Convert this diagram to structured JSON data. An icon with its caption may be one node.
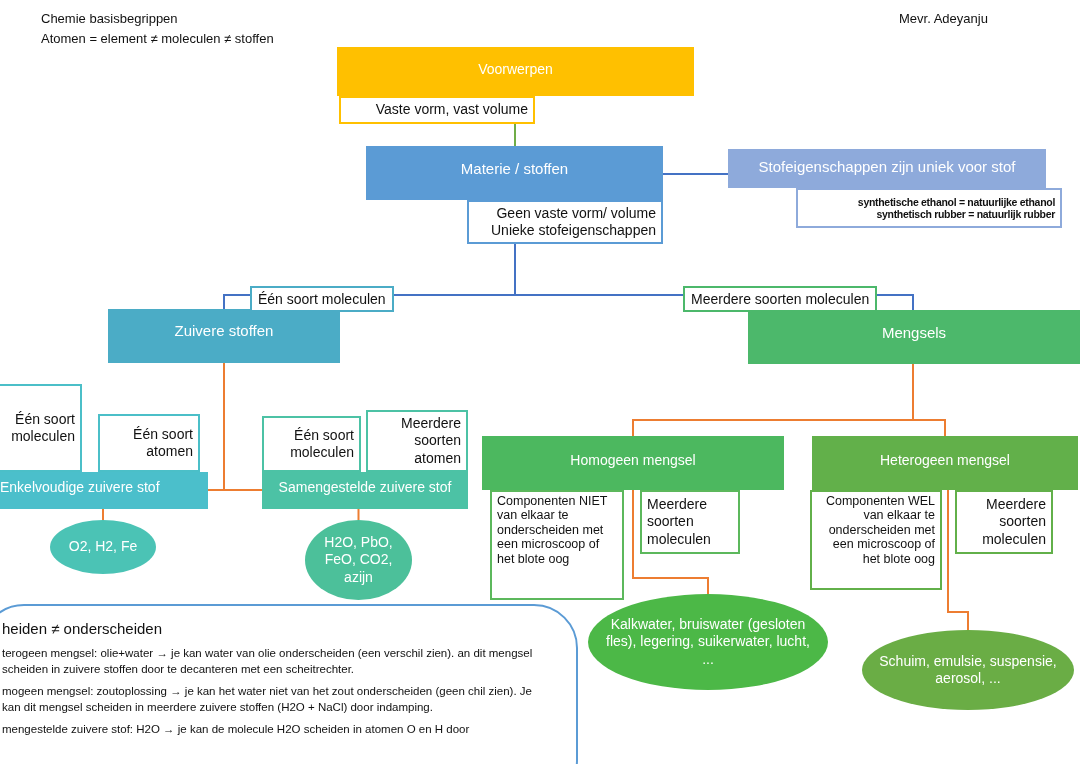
{
  "diagram": {
    "nodes": [
      {
        "text": [
          "Voorwerpen"
        ]
      },
      {
        "text": [
          "Vaste vorm, vast volume"
        ]
      },
      {
        "text": [
          "Materie / stoffen"
        ]
      },
      {
        "text": [
          "Geen vaste vorm/ volume",
          "Unieke stofeigenschappen"
        ]
      },
      {
        "text": [
          "Stofeigenschappen zijn uniek voor stof"
        ]
      },
      {
        "text": [
          "synthetische ethanol = natuurlijke ethanol",
          "synthetisch rubber = natuurlijk rubber"
        ]
      },
      {
        "text": [
          "Zuivere stoffen"
        ]
      },
      {
        "text": [
          "Mengsels"
        ]
      },
      {
        "text": [
          "Één soort moleculen"
        ]
      },
      {
        "text": [
          "Één soort atomen"
        ]
      },
      {
        "text": [
          "Enkelvoudige zuivere stof"
        ]
      },
      {
        "text": [
          "Één soort moleculen"
        ]
      },
      {
        "text": [
          "Meerdere soorten atomen"
        ]
      },
      {
        "text": [
          "Samengestelde zuivere stof"
        ]
      },
      {
        "text": [
          "O2, H2, Fe"
        ]
      },
      {
        "text": [
          "H2O, PbO, FeO, CO2, azijn"
        ]
      },
      {
        "text": [
          "Homogeen mengsel"
        ]
      },
      {
        "text": [
          "Componenten NIET van elkaar te onderscheiden met een microscoop of het blote oog"
        ]
      },
      {
        "text": [
          "Meerdere soorten moleculen"
        ]
      },
      {
        "text": [
          "Heterogeen mengsel"
        ]
      },
      {
        "text": [
          "Componenten WEL van elkaar te onderscheiden met een microscoop of het blote oog"
        ]
      },
      {
        "text": [
          "Meerdere soorten moleculen"
        ]
      },
      {
        "text": [
          "Kalkwater,  bruiswater (gesloten fles), legering, suikerwater, lucht, ..."
        ]
      },
      {
        "text": [
          "Schuim, emulsie, suspensie, aerosol, ..."
        ]
      },
      {
        "text": [
          "heiden ≠ onderscheiden",
          "terogeen mengsel: olie+water → je kan water van olie onderscheiden (een verschil zien). an dit mengsel scheiden in zuivere stoffen door te decanteren met een scheitrechter.",
          "mogeen mengsel: zoutoplossing → je kan het water niet van het zout onderscheiden (geen chil zien). Je kan dit mengsel scheiden in meerdere zuivere stoffen (H2O + NaCl) door indamping.",
          "mengestelde zuivere stof: H2O → je kan de molecule H2O scheiden in atomen O en H door"
        ]
      }
    ],
    "edges": [
      {
        "from": 1,
        "to": 2,
        "arrow": "none",
        "color": "#70ad47"
      },
      {
        "from": 2,
        "to": 4,
        "arrow": "none",
        "color": "#4472c4"
      },
      {
        "from": 3,
        "to": 6,
        "arrow": "none",
        "label": "Één soort moleculen",
        "color": "#4472c4"
      },
      {
        "from": 3,
        "to": 7,
        "arrow": "none",
        "label": "Meerdere soorten moleculen",
        "color": "#4472c4"
      },
      {
        "from": 6,
        "to": 10,
        "arrow": "none"
      },
      {
        "from": 6,
        "to": 13,
        "arrow": "none"
      },
      {
        "from": 10,
        "to": 14,
        "arrow": "none"
      },
      {
        "from": 13,
        "to": 15,
        "arrow": "none"
      },
      {
        "from": 7,
        "to": 16,
        "arrow": "none"
      },
      {
        "from": 7,
        "to": 19,
        "arrow": "none"
      },
      {
        "from": 16,
        "to": 22,
        "arrow": "none"
      },
      {
        "from": 19,
        "to": 23,
        "arrow": "none"
      }
    ],
    "labels": [
      "Chemie basisbegrippen",
      "Atomen = element ≠ moleculen ≠ stoffen",
      "Mevr. Adeyanju"
    ]
  }
}
